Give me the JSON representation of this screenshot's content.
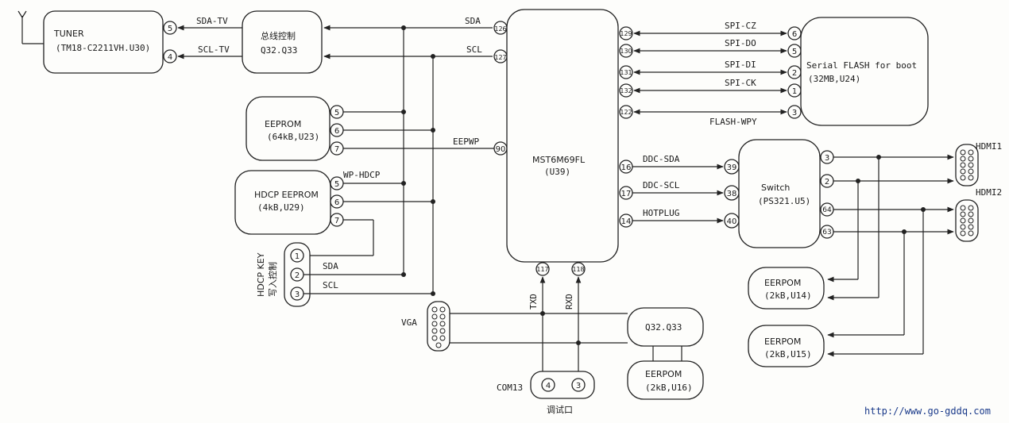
{
  "blocks": {
    "tuner_title": "TUNER",
    "tuner_part": "(TM18-C2211VH.U30)",
    "bus_title": "总线控制",
    "bus_part": "Q32.Q33",
    "eeprom_title": "EEPROM",
    "eeprom_part": "(64kB,U23)",
    "hdcp_title": "HDCP EEPROM",
    "hdcp_part": "(4kB,U29)",
    "hdcp_key_line1": "HDCP KEY",
    "hdcp_key_line2": "写入控制",
    "mst_title": "MST6M69FL",
    "mst_part": "(U39)",
    "flash_title": "Serial FLASH for boot",
    "flash_part": "(32MB,U24)",
    "switch_title": "Switch",
    "switch_part": "(PS321.U5)",
    "hdmi1": "HDMI1",
    "hdmi2": "HDMI2",
    "eerpom_u14_title": "EERPOM",
    "eerpom_u14_part": "(2kB,U14)",
    "eerpom_u15_title": "EERPOM",
    "eerpom_u15_part": "(2kB,U15)",
    "vga": "VGA",
    "q3233_bottom": "Q32.Q33",
    "eerpom_u16_title": "EERPOM",
    "eerpom_u16_part": "(2kB,U16)",
    "com13": "COM13",
    "debug_port": "调试口"
  },
  "signals": {
    "sda_tv": "SDA-TV",
    "scl_tv": "SCL-TV",
    "sda": "SDA",
    "scl": "SCL",
    "eepwp": "EEPWP",
    "wp_hdcp": "WP-HDCP",
    "key_sda": "SDA",
    "key_scl": "SCL",
    "spi_cz": "SPI-CZ",
    "spi_do": "SPI-DO",
    "spi_di": "SPI-DI",
    "spi_ck": "SPI-CK",
    "flash_wpy": "FLASH-WPY",
    "ddc_sda": "DDC-SDA",
    "ddc_scl": "DDC-SCL",
    "hotplug": "HOTPLUG",
    "txd": "TXD",
    "rxd": "RXD"
  },
  "pins": {
    "tuner_5": "5",
    "tuner_4": "4",
    "mst_126": "126",
    "mst_127": "127",
    "mst_90": "90",
    "eeprom_5": "5",
    "eeprom_6": "6",
    "eeprom_7": "7",
    "hdcp_5": "5",
    "hdcp_6": "6",
    "hdcp_7": "7",
    "key_1": "1",
    "key_2": "2",
    "key_3": "3",
    "mst_129": "129",
    "mst_130": "130",
    "mst_131": "131",
    "mst_132": "132",
    "mst_122": "122",
    "flash_6": "6",
    "flash_5": "5",
    "flash_2": "2",
    "flash_1": "1",
    "flash_3": "3",
    "mst_16": "16",
    "mst_17": "17",
    "mst_14": "14",
    "sw_39": "39",
    "sw_38": "38",
    "sw_40": "40",
    "sw_3": "3",
    "sw_2": "2",
    "sw_64": "64",
    "sw_63": "63",
    "mst_117": "117",
    "mst_118": "118",
    "com_4": "4",
    "com_3": "3"
  },
  "watermark": "http://www.go-gddq.com"
}
